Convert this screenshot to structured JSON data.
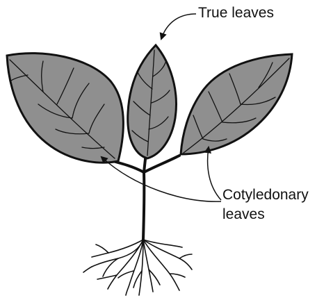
{
  "labels": {
    "true_leaves": "True leaves",
    "cotyledonary_line1": "Cotyledonary",
    "cotyledonary_line2": "leaves"
  },
  "colors": {
    "leaf_fill": "#8f8f8f",
    "outline": "#111111",
    "background": "#ffffff"
  }
}
